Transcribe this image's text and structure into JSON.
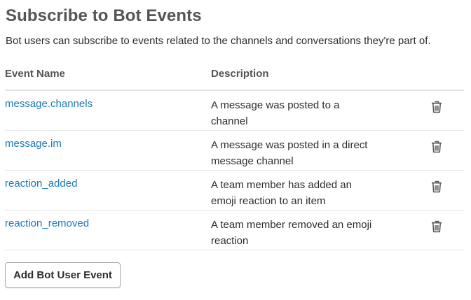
{
  "header": {
    "title": "Subscribe to Bot Events",
    "subtitle": "Bot users can subscribe to events related to the channels and conversations they're part of."
  },
  "table": {
    "columns": {
      "name": "Event Name",
      "description": "Description"
    },
    "rows": [
      {
        "name": "message.channels",
        "description": "A message was posted to a channel",
        "action_icon": "trash-icon"
      },
      {
        "name": "message.im",
        "description": "A message was posted in a direct message channel",
        "action_icon": "trash-icon"
      },
      {
        "name": "reaction_added",
        "description": "A team member has added an emoji reaction to an item",
        "action_icon": "trash-icon"
      },
      {
        "name": "reaction_removed",
        "description": "A team member removed an emoji reaction",
        "action_icon": "trash-icon"
      }
    ]
  },
  "actions": {
    "add_label": "Add Bot User Event"
  },
  "colors": {
    "link": "#1d79b6",
    "heading": "#555459",
    "text": "#2c2d30",
    "divider": "#e6e6e6"
  }
}
